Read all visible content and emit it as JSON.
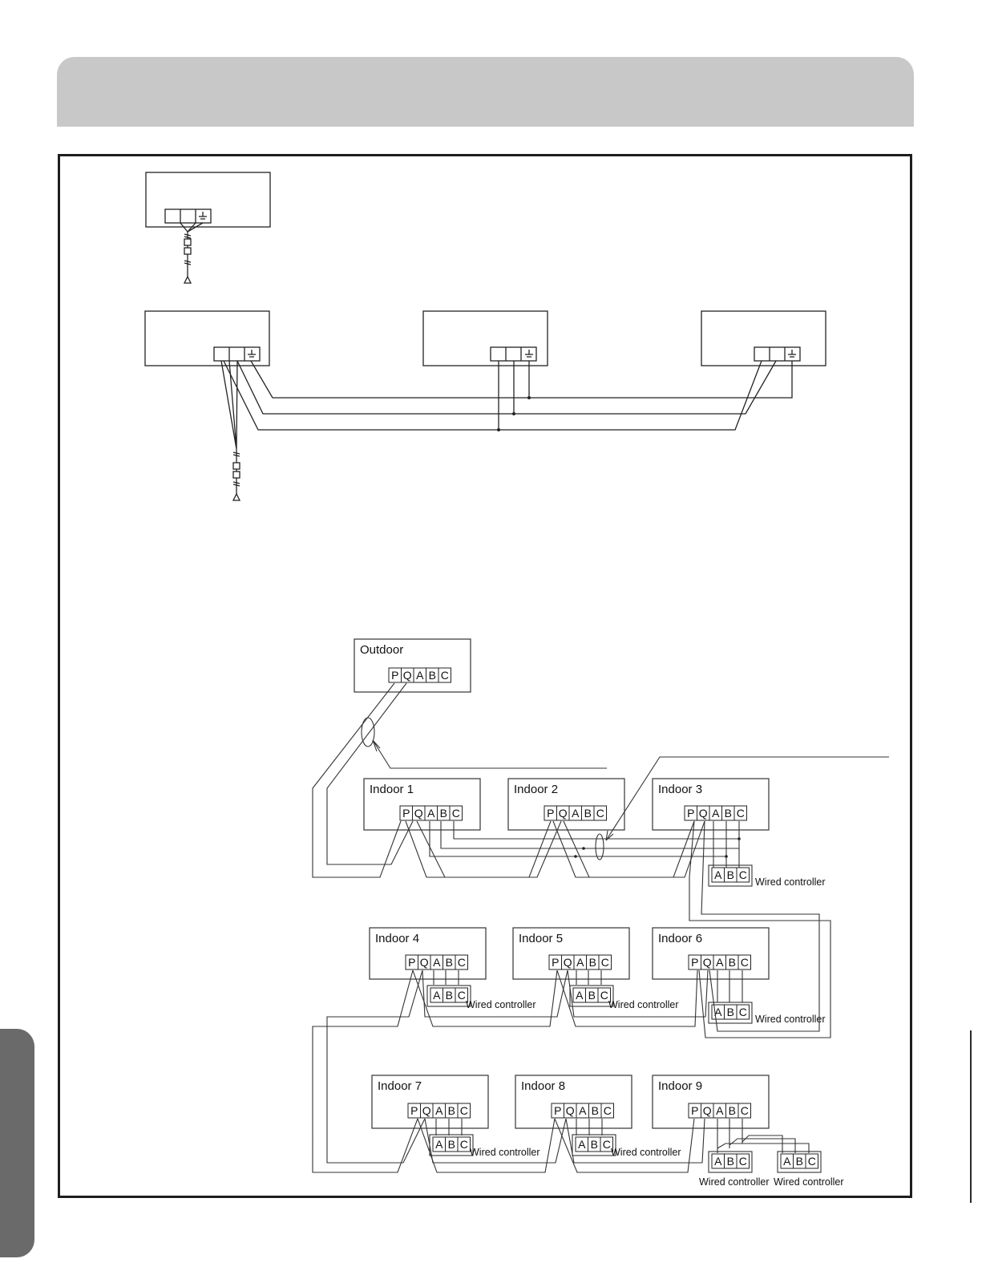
{
  "diagram": {
    "outdoor_unit": {
      "label": "Outdoor",
      "terminals": [
        "P",
        "Q",
        "A",
        "B",
        "C"
      ]
    },
    "indoor_units": [
      {
        "label": "Indoor 1"
      },
      {
        "label": "Indoor 2"
      },
      {
        "label": "Indoor 3"
      },
      {
        "label": "Indoor 4"
      },
      {
        "label": "Indoor 5"
      },
      {
        "label": "Indoor 6"
      },
      {
        "label": "Indoor 7"
      },
      {
        "label": "Indoor 8"
      },
      {
        "label": "Indoor 9"
      }
    ],
    "indoor_terminals": [
      "P",
      "Q",
      "A",
      "B",
      "C"
    ],
    "controller_terminals": [
      "A",
      "B",
      "C"
    ],
    "controller_label": "Wired controller"
  }
}
